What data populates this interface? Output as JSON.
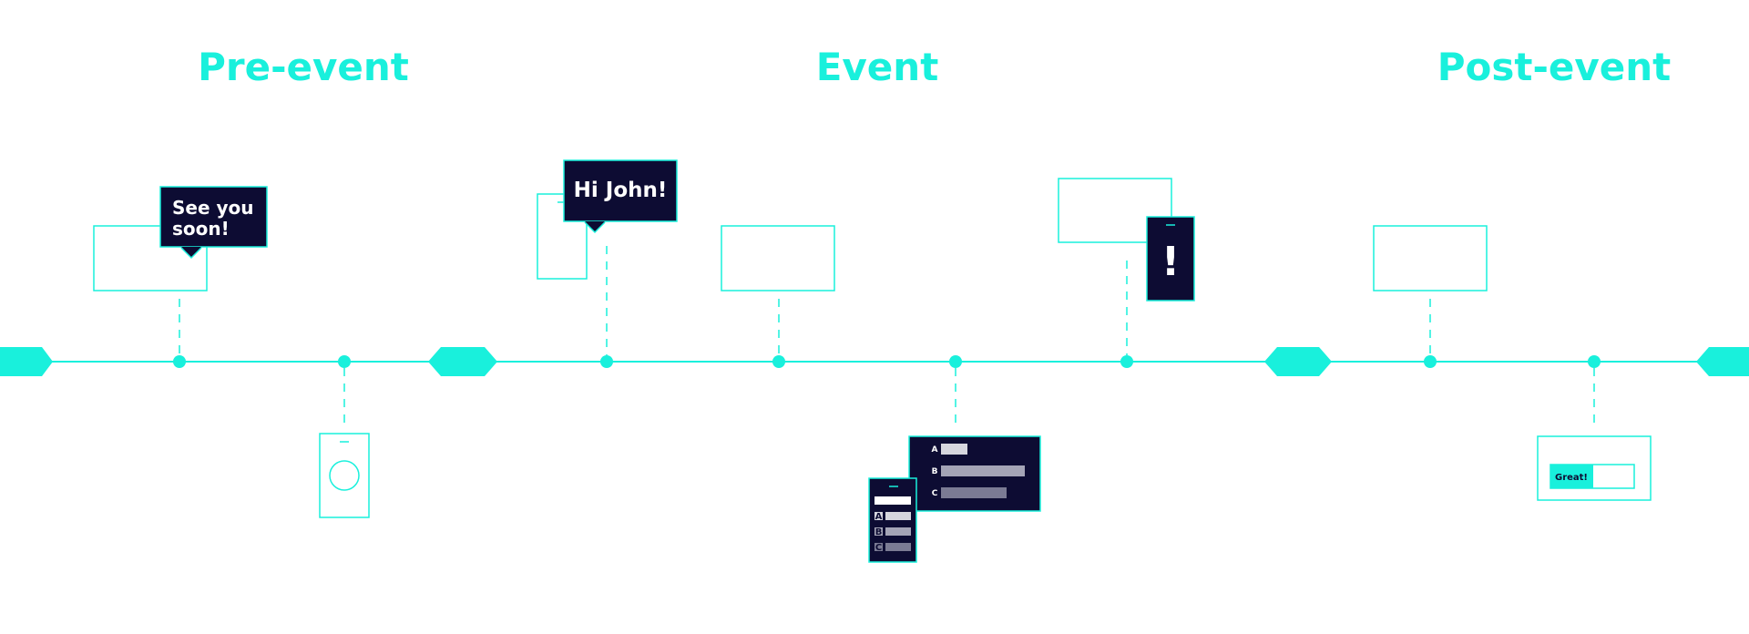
{
  "phases": {
    "pre": "Pre-event",
    "event": "Event",
    "post": "Post-event"
  },
  "bubbles": {
    "see_you_line1": "See you",
    "see_you_line2": "soon!",
    "hi_john": "Hi John!"
  },
  "alert": {
    "symbol": "!"
  },
  "poll": {
    "options": [
      "A",
      "B",
      "C"
    ],
    "screen_levels": [
      0.32,
      1.0,
      0.78
    ],
    "phone_levels": [
      0.78,
      0.78,
      0.78
    ]
  },
  "feedback": {
    "button_label": "Great!"
  },
  "colors": {
    "accent": "#19f0dc",
    "navy": "#0d0c33",
    "white": "#ffffff",
    "bar_light": "#d6d6de",
    "bar_mid": "#a4a4b6",
    "bar_dark": "#7b7b94"
  }
}
